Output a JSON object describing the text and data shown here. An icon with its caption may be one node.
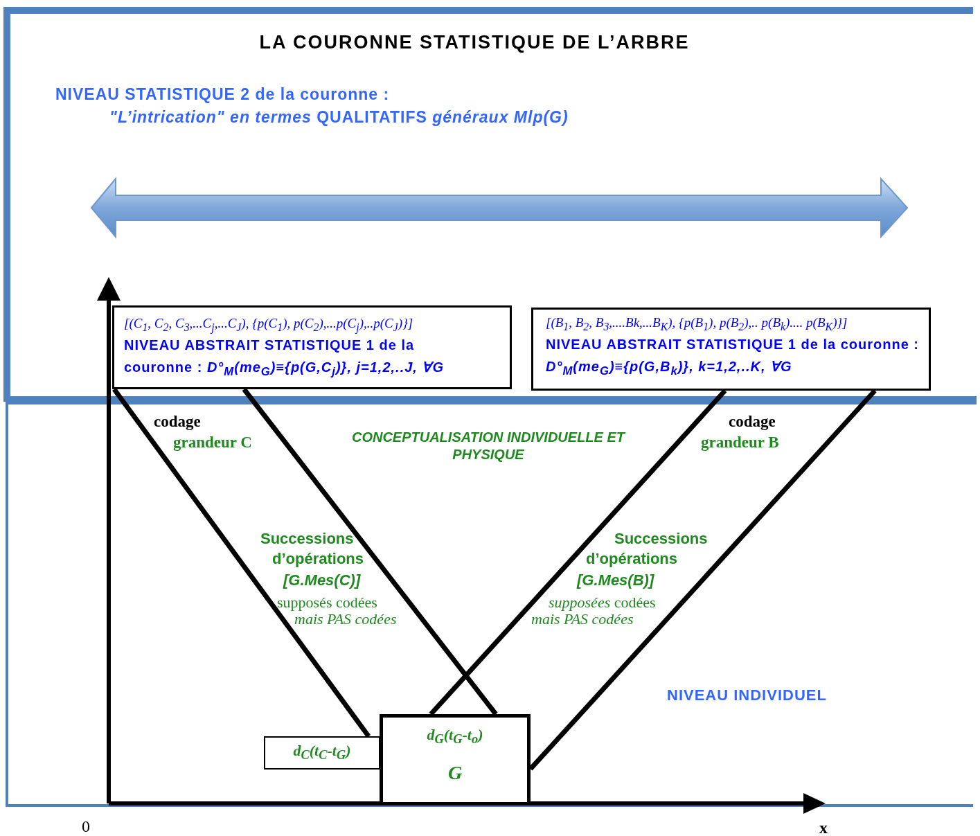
{
  "diagram": {
    "title": "LA COURONNE STATISTIQUE DE L’ARBRE",
    "nodes": [
      {
        "text": [
          "*[(C$_{1}$, C$_{2}$, C$_{3}$,...C$_{j}$,...C$_{J}$),  {p(C$_{1}$), p(C$_{2}$),...p(C$_{j}$),..p(C$_{J}$)}]*",
          "NIVEAU ABSTRAIT STATISTIQUE 1 de la couronne : *D°$_{M}$(me$_{G}$)≡{p(G,C$_{j}$)}, j=1,2,..J,  ∀G*"
        ]
      },
      {
        "text": [
          "*[(B$_{1}$, B$_{2}$, B$_{3}$,....Bk,...B$_{K}$),    {p(B$_{1}$), p(B$_{2}$),.. p(B$_{k}$).... p(B$_{K}$)}]*",
          "NIVEAU ABSTRAIT STATISTIQUE 1 de la couronne : *D°$_{M}$(me$_{G}$)≡{p(G,B$_{k}$)}, k=1,2,..K, ∀G*"
        ]
      },
      {
        "text": [
          "d$_{G}$(t$_{G}$-t$_{o}$)",
          "G"
        ]
      },
      {
        "text": [
          "d$_{C}$(t$_{C}$-t$_{G}$)"
        ]
      }
    ],
    "edges": [
      {
        "from": 0,
        "to": 3,
        "arrow": "none"
      },
      {
        "from": 0,
        "to": 2,
        "arrow": "none"
      },
      {
        "from": 1,
        "to": 2,
        "arrow": "none"
      },
      {
        "from": 1,
        "to": 2,
        "arrow": "none"
      }
    ],
    "labels": [
      "NIVEAU STATISTIQUE 2 de la couronne :",
      "*\"L’intrication\" en termes* QUALITATIFS *généraux Mlp(G)*",
      "codage",
      "grandeur C",
      "CONCEPTUALISATION INDIVIDUELLE ET PHYSIQUE",
      "codage",
      "grandeur B",
      "Successions",
      "d’opérations",
      "[G.Mes(C)]",
      "supposés codées",
      "mais PAS codées",
      "Successions",
      "d’opérations",
      "[G.Mes(B)]",
      "*supposées* codées",
      "mais PAS codées",
      "NIVEAU INDIVIDUEL",
      "0",
      "x"
    ]
  }
}
